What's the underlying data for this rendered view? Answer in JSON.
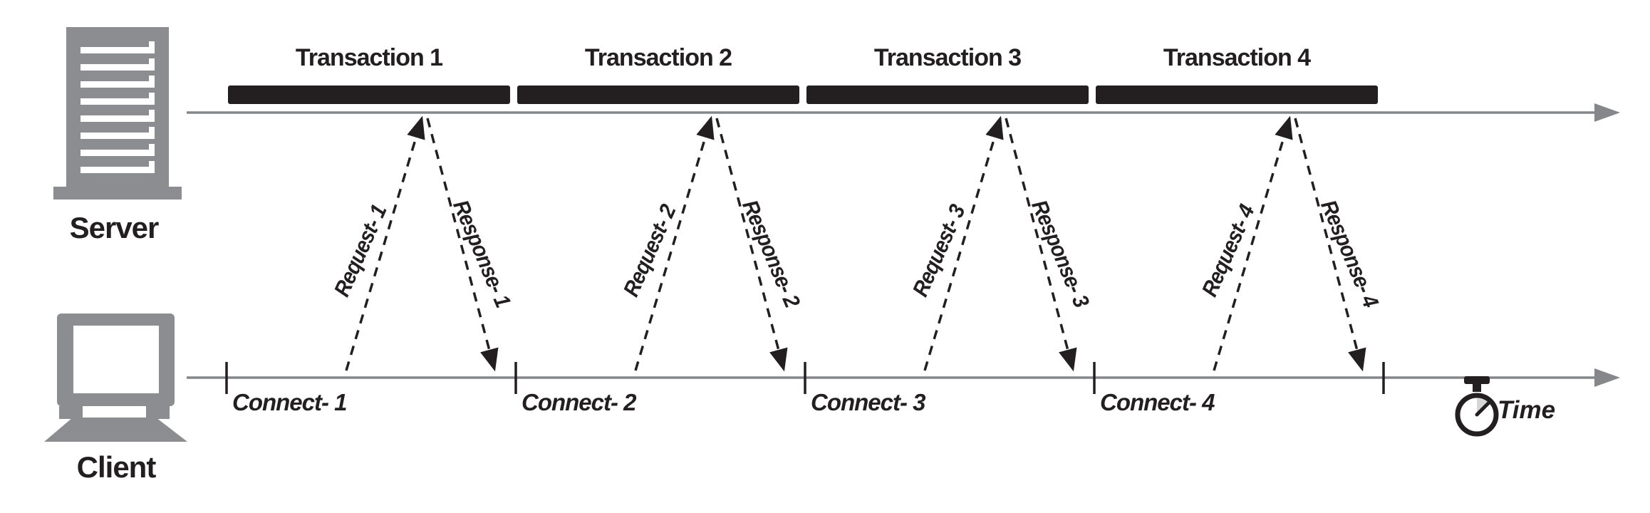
{
  "figure": {
    "server_label": "Server",
    "client_label": "Client",
    "time_label": "Time"
  },
  "transactions": [
    "Transaction 1",
    "Transaction 2",
    "Transaction 3",
    "Transaction 4"
  ],
  "requests": [
    "Request- 1",
    "Request- 2",
    "Request- 3",
    "Request- 4"
  ],
  "responses": [
    "Response- 1",
    "Response- 2",
    "Response- 3",
    "Response- 4"
  ],
  "connects": [
    "Connect- 1",
    "Connect- 2",
    "Connect- 3",
    "Connect- 4"
  ],
  "icons": {
    "server": "server-tower-icon",
    "client": "desktop-computer-icon",
    "stopwatch": "stopwatch-icon",
    "server_arrow": "server-timeline-arrowhead",
    "client_arrow": "client-timeline-arrowhead"
  },
  "colors": {
    "ink": "#231f20",
    "bar": "#231f20",
    "timeline": "#85878a",
    "icon": "#8b8d90",
    "sector": "#d6d6d8",
    "bg": "#ffffff"
  }
}
